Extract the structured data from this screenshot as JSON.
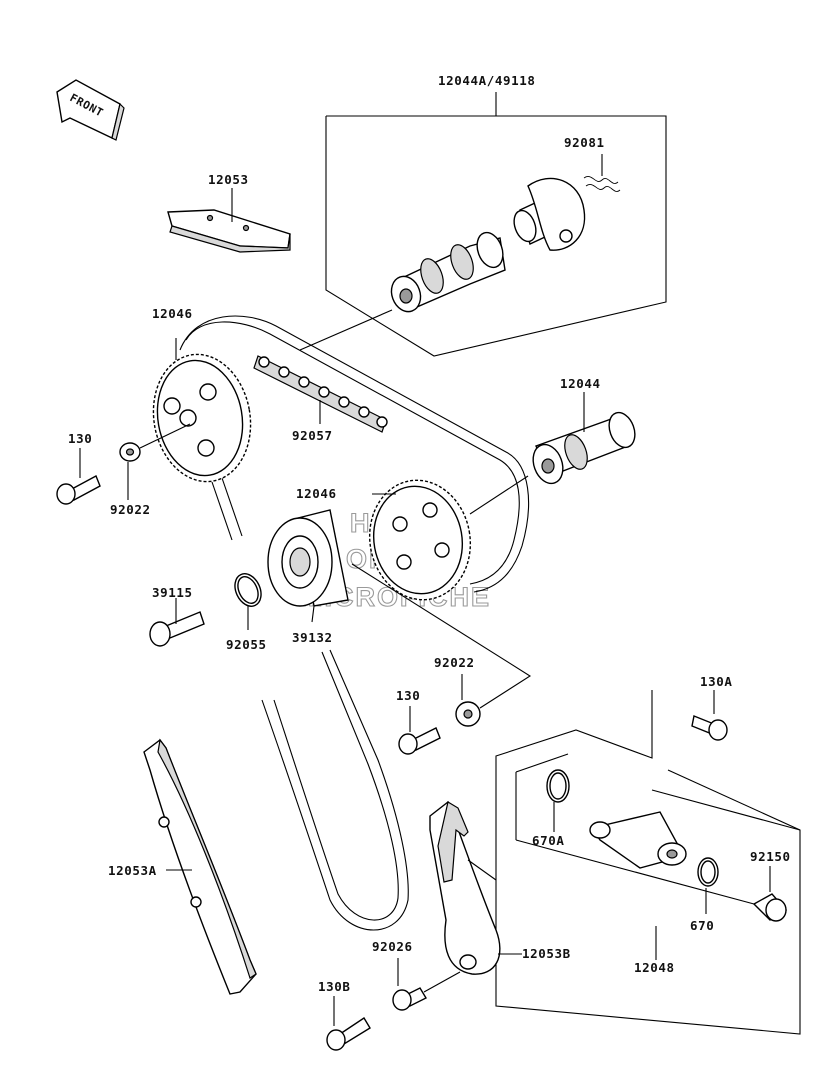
{
  "labels": {
    "camshaft_set": "12044A/49118",
    "spring_92081": "92081",
    "guide_12053": "12053",
    "sprocket_upper": "12046",
    "chain": "92057",
    "camshaft": "12044",
    "bolt_130_left": "130",
    "washer_92022_left": "92022",
    "sprocket_lower": "12046",
    "bolt_39115": "39115",
    "oring_92055": "92055",
    "sprocket_39132": "39132",
    "washer_92022_right": "92022",
    "bolt_130_mid": "130",
    "bolt_130A": "130A",
    "oring_670A": "670A",
    "bolt_92150": "92150",
    "oring_670": "670",
    "guide_12053A": "12053A",
    "washer_92026": "92026",
    "guide_12053B": "12053B",
    "tensioner_12048": "12048",
    "bolt_130B": "130B"
  },
  "front_marker": "FRONT",
  "watermark": [
    "HLSM'S",
    "ONLINE",
    "MICROFICHE"
  ]
}
